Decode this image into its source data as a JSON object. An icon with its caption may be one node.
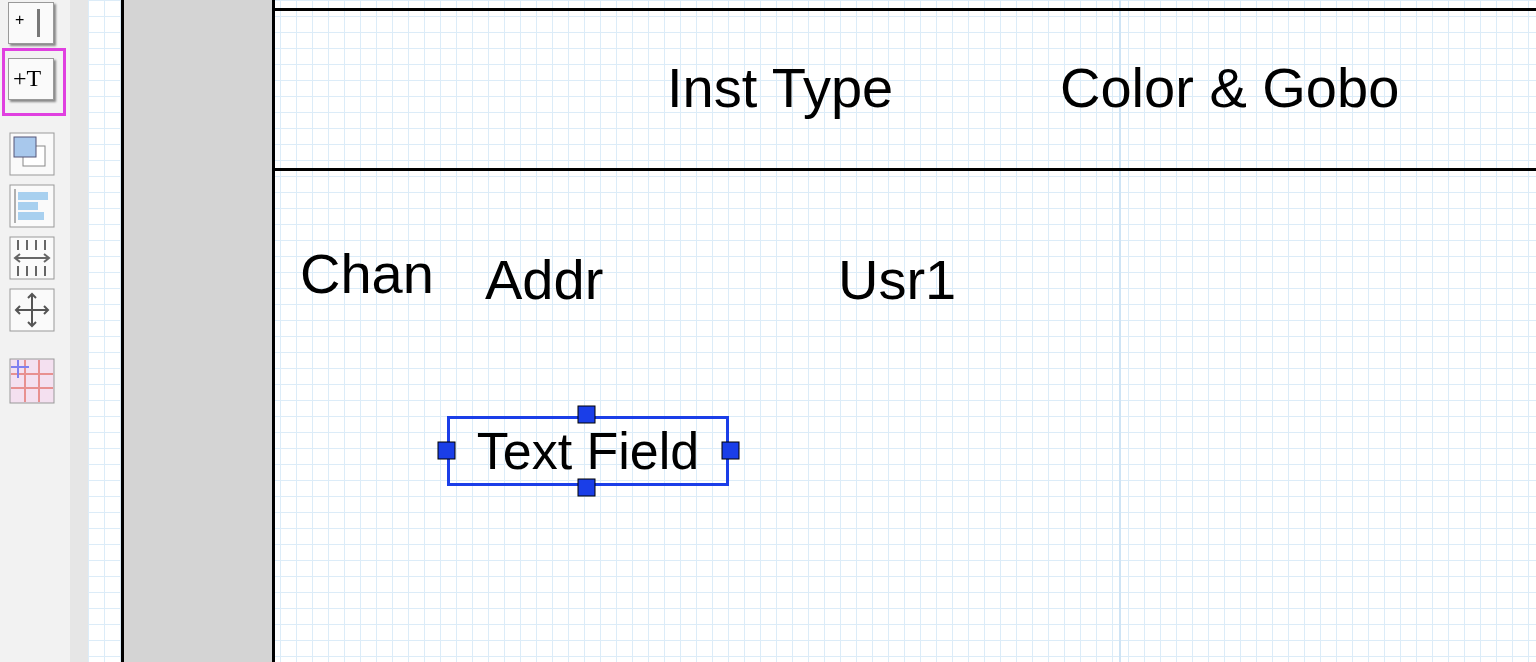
{
  "diagram": {
    "nodes": [
      {
        "text": [
          "Text Field"
        ]
      }
    ],
    "labels": [
      "+",
      "+T",
      "Inst Type",
      "Color & Gobo",
      "Chan",
      "Addr",
      "Usr1"
    ]
  }
}
